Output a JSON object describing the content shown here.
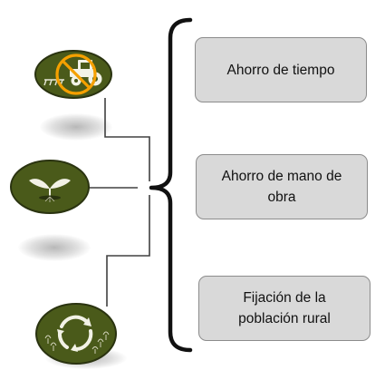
{
  "colors": {
    "icon_fill": "#4a5a1a",
    "icon_ring": "#2a3310",
    "box_fill": "#d9d9d9",
    "box_border": "#8c8c8c",
    "line": "#404040",
    "brace": "#111111",
    "prohibition": "#f5a000"
  },
  "icons": [
    {
      "name": "tractor-prohibited-icon"
    },
    {
      "name": "seedling-icon"
    },
    {
      "name": "recycle-plants-icon"
    }
  ],
  "boxes": [
    {
      "label": "Ahorro de tiempo"
    },
    {
      "label": "Ahorro de mano de obra"
    },
    {
      "label": "Fijación de la población rural"
    }
  ]
}
